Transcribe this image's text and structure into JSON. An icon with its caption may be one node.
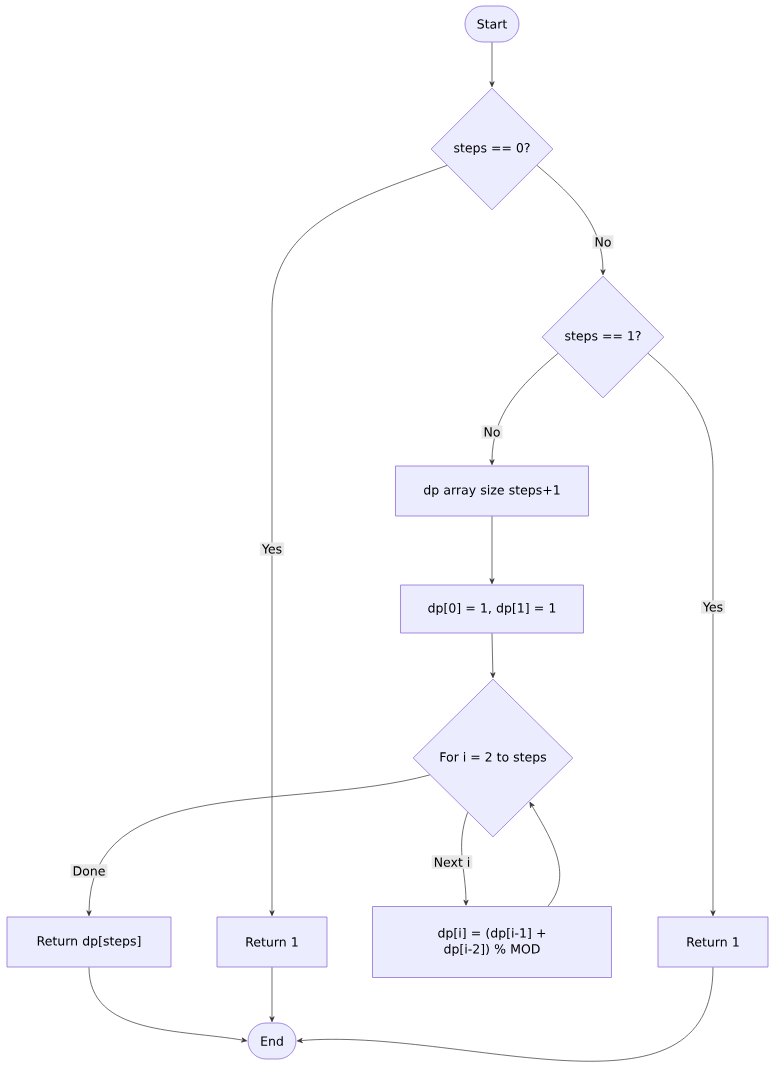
{
  "diagram": {
    "nodes": [
      {
        "text": [
          "Start"
        ]
      },
      {
        "text": [
          "steps == 0?"
        ]
      },
      {
        "text": [
          "steps == 1?"
        ]
      },
      {
        "text": [
          "dp array size steps+1"
        ]
      },
      {
        "text": [
          "dp[0] = 1, dp[1] = 1"
        ]
      },
      {
        "text": [
          "For i = 2 to steps"
        ]
      },
      {
        "text": [
          "Return dp[steps]"
        ]
      },
      {
        "text": [
          "Return 1"
        ]
      },
      {
        "text": [
          "dp[i] = (dp[i-1] + dp[i-2]) % MOD"
        ]
      },
      {
        "text": [
          "Return 1"
        ]
      },
      {
        "text": [
          "End"
        ]
      }
    ],
    "edges": [
      {
        "from": 0,
        "to": 1,
        "arrow": "to"
      },
      {
        "from": 1,
        "to": 7,
        "arrow": "to",
        "label": "Yes"
      },
      {
        "from": 1,
        "to": 2,
        "arrow": "to",
        "label": "No"
      },
      {
        "from": 2,
        "to": 3,
        "arrow": "to",
        "label": "No"
      },
      {
        "from": 2,
        "to": 9,
        "arrow": "to",
        "label": "Yes"
      },
      {
        "from": 3,
        "to": 4,
        "arrow": "to"
      },
      {
        "from": 4,
        "to": 5,
        "arrow": "to"
      },
      {
        "from": 5,
        "to": 8,
        "arrow": "to",
        "label": "Next i"
      },
      {
        "from": 8,
        "to": 5,
        "arrow": "to"
      },
      {
        "from": 5,
        "to": 6,
        "arrow": "to",
        "label": "Done"
      },
      {
        "from": 6,
        "to": 10,
        "arrow": "to"
      },
      {
        "from": 7,
        "to": 10,
        "arrow": "to"
      },
      {
        "from": 9,
        "to": 10,
        "arrow": "to"
      }
    ]
  }
}
